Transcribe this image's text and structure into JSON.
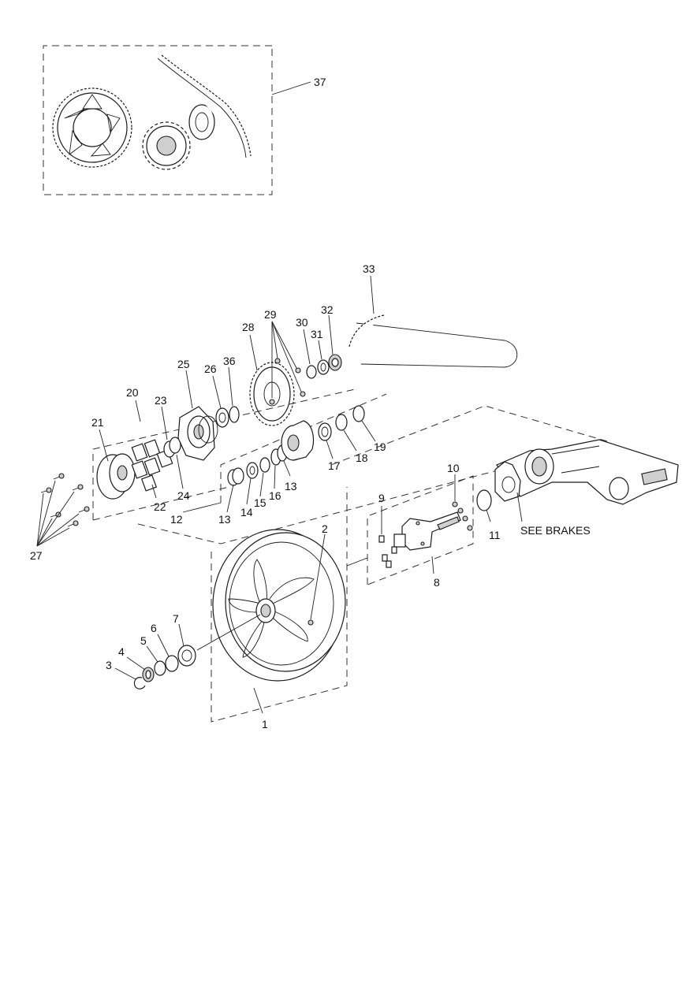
{
  "labels": {
    "p1": "1",
    "p2": "2",
    "p3": "3",
    "p4": "4",
    "p5": "5",
    "p6": "6",
    "p7": "7",
    "p8": "8",
    "p9": "9",
    "p10": "10",
    "p11": "11",
    "p12": "12",
    "p13a": "13",
    "p13b": "13",
    "p14": "14",
    "p15": "15",
    "p16": "16",
    "p17": "17",
    "p18": "18",
    "p19": "19",
    "p20": "20",
    "p21": "21",
    "p22": "22",
    "p23": "23",
    "p24": "24",
    "p25": "25",
    "p26": "26",
    "p27": "27",
    "p28": "28",
    "p29": "29",
    "p30": "30",
    "p31": "31",
    "p32": "32",
    "p33": "33",
    "p36": "36",
    "p37": "37",
    "see_brakes": "SEE BRAKES"
  }
}
